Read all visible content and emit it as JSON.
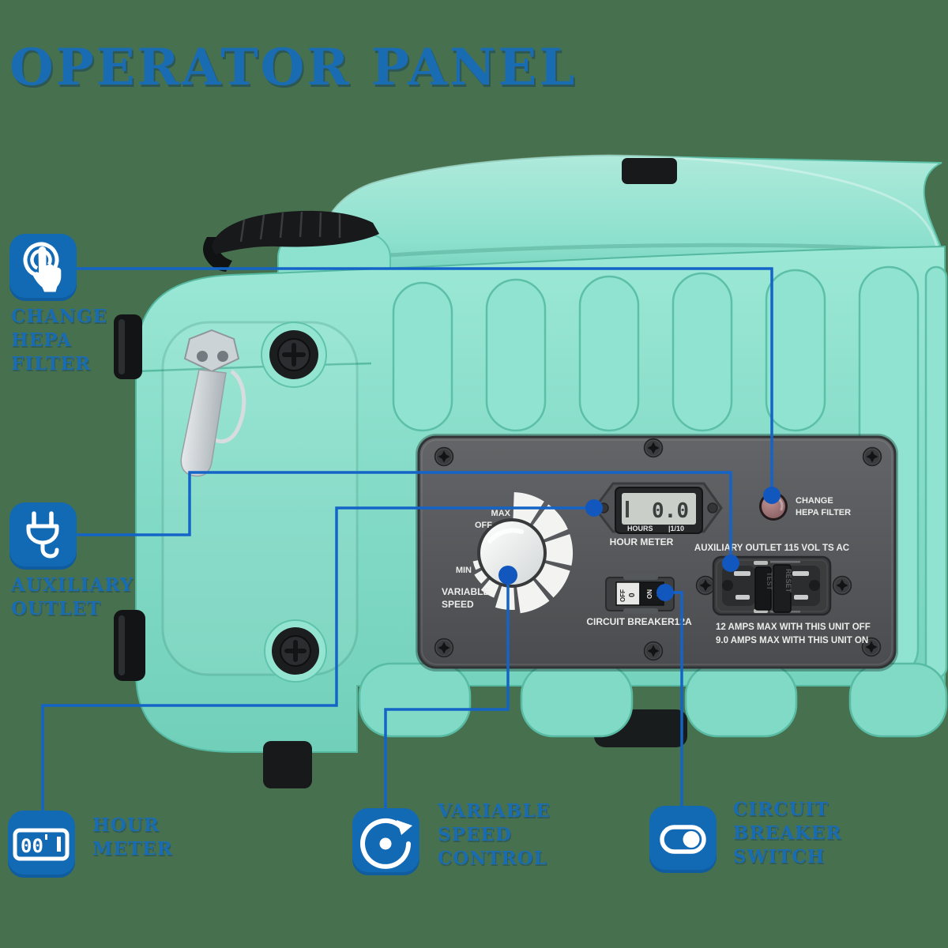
{
  "title": "OPERATOR PANEL",
  "colors": {
    "accent_blue": "#1a6cb2",
    "leader_line_blue": "#1464c8",
    "icon_tile_blue": "#1269b4",
    "machine_teal": "#85ddc9",
    "panel_gray": "#55575a",
    "background_green": "#47714e",
    "hepa_button_maroon": "#a17878"
  },
  "callouts": {
    "change_hepa_filter": {
      "icon": "tap-icon",
      "lines": [
        "CHANGE",
        "HEPA",
        "FILTER"
      ]
    },
    "auxiliary_outlet": {
      "icon": "plug-icon",
      "lines": [
        "AUXILIARY",
        "OUTLET"
      ]
    },
    "hour_meter": {
      "icon": "hour-meter-icon",
      "icon_digits": "00",
      "lines": [
        "HOUR",
        "METER"
      ]
    },
    "variable_speed_control": {
      "icon": "rotate-arrow-icon",
      "lines": [
        "VARIABLE",
        "SPEED",
        "CONTROL"
      ]
    },
    "circuit_breaker_switch": {
      "icon": "toggle-icon",
      "lines": [
        "CIRCUIT",
        "BREAKER",
        "SWITCH"
      ]
    }
  },
  "panel": {
    "variable_speed": {
      "caption_line1": "VARIABLE",
      "caption_line2": "SPEED",
      "mark_max": "MAX",
      "mark_off": "OFF",
      "mark_min": "MIN"
    },
    "hour_meter": {
      "display_value": "0.0",
      "unit_left": "HOURS",
      "unit_right": "|1/10",
      "caption": "HOUR METER"
    },
    "circuit_breaker": {
      "off_label": "OFF",
      "off_symbol": "0",
      "on_label": "ON",
      "on_symbol": "-",
      "caption": "CIRCUIT BREAKER12A"
    },
    "hepa_button": {
      "label_line1": "CHANGE",
      "label_line2": "HEPA FILTER"
    },
    "outlet": {
      "caption": "AUXILIARY OUTLET 115 VOL TS AC",
      "test_label": "TEST",
      "reset_label": "RESET",
      "note_line1": "12 AMPS MAX WITH THIS UNIT OFF",
      "note_line2": "9.0 AMPS MAX WITH THIS UNIT ON"
    }
  }
}
